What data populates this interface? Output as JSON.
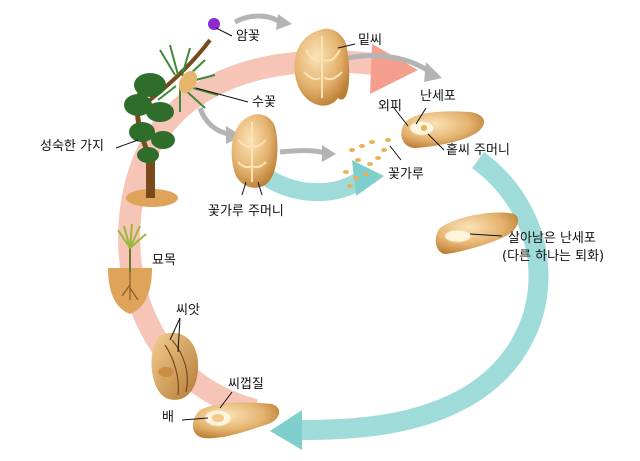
{
  "labels": {
    "female_cone": "암꽃",
    "ovule_scale": "밑씨",
    "male_cone": "수꽃",
    "egg_cell": "난세포",
    "integument": "외피",
    "mature_branch": "성숙한 가지",
    "megasporangium": "홑씨 주머니",
    "pollen": "꽃가루",
    "pollen_sac": "꽃가루 주머니",
    "surviving_egg_line1": "살아남은 난세포",
    "surviving_egg_line2": "(다른 하나는 퇴화)",
    "seedling": "묘목",
    "seed": "씨앗",
    "seed_coat": "씨껍질",
    "embryo": "배"
  },
  "colors": {
    "pink_arrow": "#f6b7a9",
    "teal_arrow": "#8fd3d1",
    "gray_arrow": "#b0b0b0",
    "scale_tan": "#e4b36f",
    "scale_dark": "#b97c32",
    "needle_green": "#2f6d2a",
    "trunk_brown": "#7a4a1c",
    "flower_purple": "#8b2bd1"
  }
}
